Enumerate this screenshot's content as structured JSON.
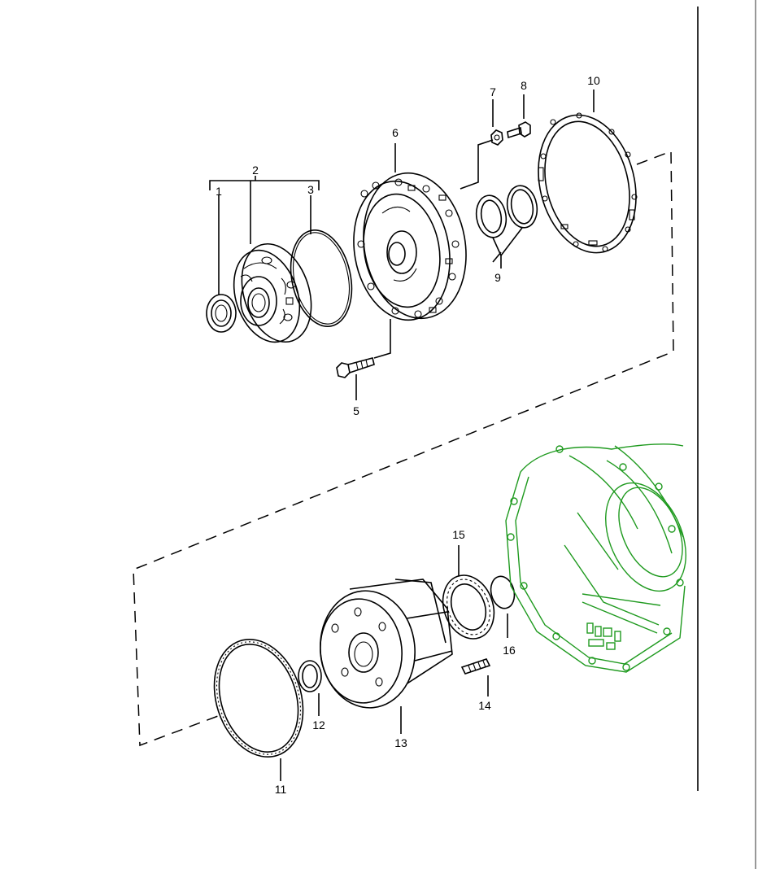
{
  "diagram": {
    "parts": [
      {
        "id": "1",
        "label": "1"
      },
      {
        "id": "2",
        "label": "2"
      },
      {
        "id": "3",
        "label": "3"
      },
      {
        "id": "5",
        "label": "5"
      },
      {
        "id": "6",
        "label": "6"
      },
      {
        "id": "7",
        "label": "7"
      },
      {
        "id": "8",
        "label": "8"
      },
      {
        "id": "9",
        "label": "9"
      },
      {
        "id": "10",
        "label": "10"
      },
      {
        "id": "11",
        "label": "11"
      },
      {
        "id": "12",
        "label": "12"
      },
      {
        "id": "13",
        "label": "13"
      },
      {
        "id": "14",
        "label": "14"
      },
      {
        "id": "15",
        "label": "15"
      },
      {
        "id": "16",
        "label": "16"
      }
    ],
    "colors": {
      "line": "#000000",
      "housing": "#1f9a1f",
      "background": "#ffffff"
    }
  }
}
